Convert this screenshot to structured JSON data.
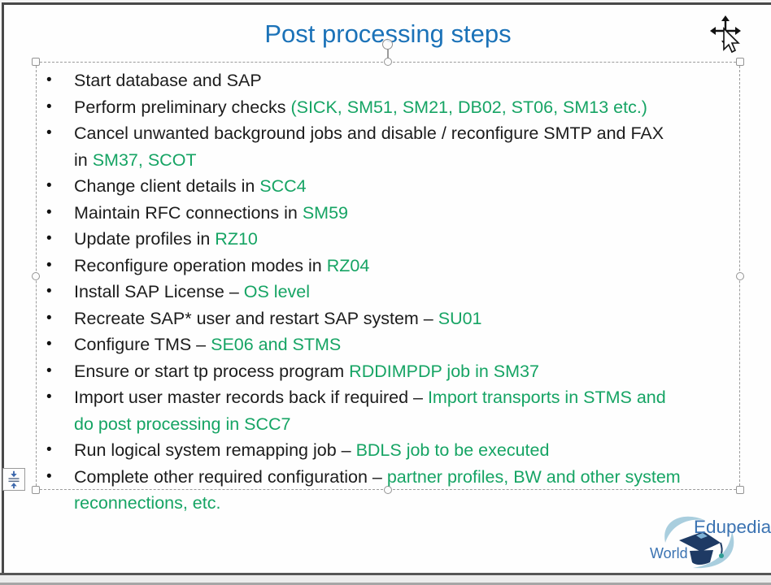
{
  "colors": {
    "title_blue": "#1b72b8",
    "green": "#16a464",
    "body_text": "#1c1c1c",
    "logo_blue": "#3b73b2",
    "logo_swirl": "#a9cede",
    "logo_navy": "#1e3a64",
    "frame_dark": "#484848",
    "bottom_bar": "#ececec",
    "handle_border": "#949494"
  },
  "title": {
    "text": "Post processing steps"
  },
  "bullets": [
    {
      "black": "Start database and SAP",
      "green": ""
    },
    {
      "black": "Perform preliminary checks ",
      "green": "(SICK, SM51, SM21, DB02, ST06, SM13 etc.)"
    },
    {
      "black": "Cancel unwanted background jobs and disable / reconfigure SMTP and FAX\nin ",
      "green": "SM37, SCOT"
    },
    {
      "black": "Change client details in ",
      "green": "SCC4"
    },
    {
      "black": "Maintain RFC connections in ",
      "green": "SM59"
    },
    {
      "black": "Update profiles in ",
      "green": "RZ10"
    },
    {
      "black": "Reconfigure operation modes in ",
      "green": "RZ04"
    },
    {
      "black": "Install SAP License – ",
      "green": "OS level"
    },
    {
      "black": "Recreate SAP* user and restart SAP system – ",
      "green": "SU01"
    },
    {
      "black": "Configure TMS – ",
      "green": "SE06 and STMS"
    },
    {
      "black": "Ensure or start tp process program ",
      "green": "RDDIMPDP job in SM37"
    },
    {
      "black": "Import user master records back if required – ",
      "green": "Import transports in STMS and\ndo post processing in SCC7"
    },
    {
      "black": "Run logical system remapping job – ",
      "green": "BDLS job to be executed"
    },
    {
      "black": "Complete other required configuration – ",
      "green": "partner profiles, BW and other system\nreconnections, etc."
    }
  ],
  "logo": {
    "brand": "Edupedia",
    "region": "World"
  }
}
